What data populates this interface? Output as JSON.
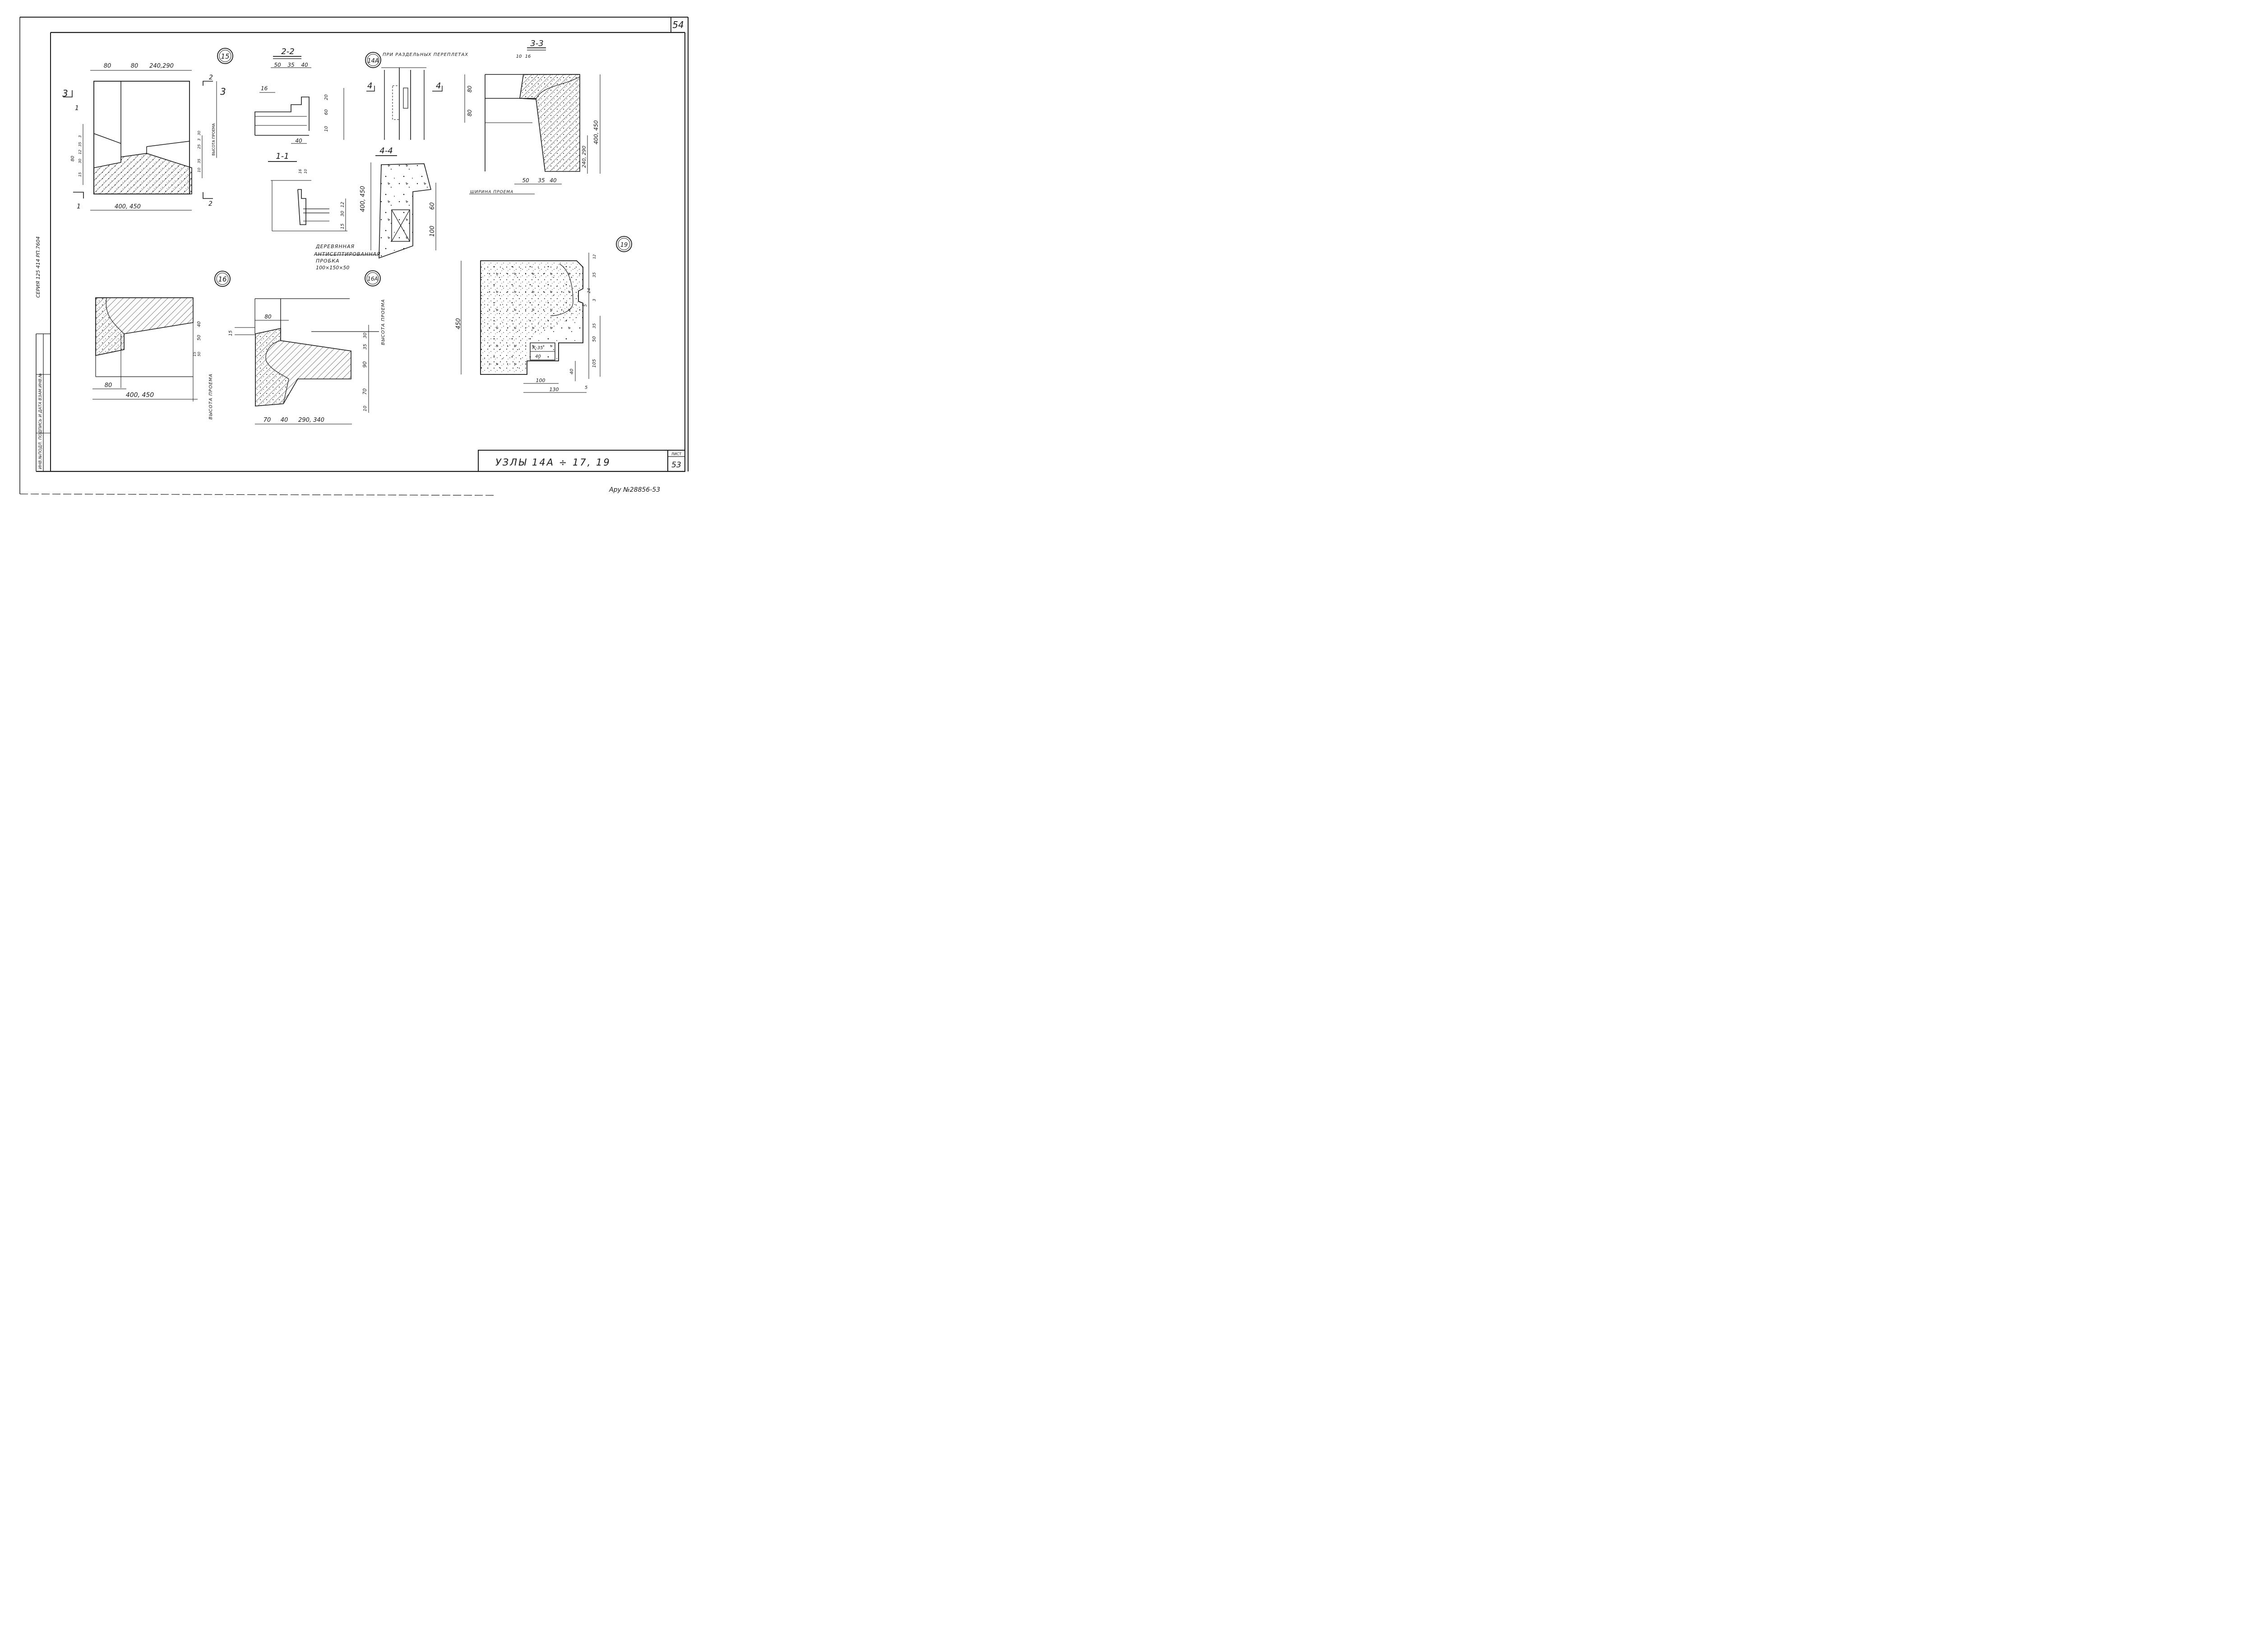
{
  "sheet": {
    "page_number": "54",
    "series": "СЕРИЯ 125  414 РП.7604",
    "side_stamp": "ИНВ.№ПОДЛ.  ПОДПИСЬ И ДАТА  ВЗАМ.ИНВ.№",
    "title": "УЗЛЫ  14А ÷ 17, 19",
    "list_label": "ЛИСТ",
    "list_number": "53",
    "archive_number": "Ару №28856-53"
  },
  "node15": {
    "badge": "15",
    "dims": [
      "80",
      "80",
      "240,290",
      "400, 450",
      "80",
      "30",
      "12",
      "35",
      "15",
      "3",
      "25",
      "35",
      "10",
      "3",
      "30"
    ],
    "section_marks": [
      "3",
      "1",
      "2",
      "3",
      "1",
      "2"
    ],
    "opening_height": "ВЫСОТА ПРОЕМА"
  },
  "sec22": {
    "title": "2-2",
    "dims": [
      "50",
      "35",
      "40",
      "16",
      "20",
      "60",
      "10",
      "40"
    ]
  },
  "sec11": {
    "title": "1-1",
    "dims": [
      "16",
      "10",
      "12",
      "30",
      "15"
    ]
  },
  "node14a": {
    "badge": "14А",
    "note": "ПРИ РАЗДЕЛЬНЫХ ПЕРЕПЛЕТАХ",
    "section_marks": [
      "4",
      "4"
    ]
  },
  "sec44": {
    "title": "4-4",
    "dims": [
      "400, 450",
      "60",
      "100"
    ],
    "note_lines": [
      "ДЕРЕВЯННАЯ",
      "АНТИСЕПТИРОВАННАЯ",
      "ПРОБКА",
      "100×150×50"
    ]
  },
  "sec33": {
    "title": "3-3",
    "dims": [
      "10",
      "16",
      "80",
      "80",
      "400, 450",
      "240, 290",
      "50",
      "35",
      "40"
    ],
    "opening_width": "ШИРИНА ПРОЕМА"
  },
  "node16": {
    "badge": "16",
    "dims": [
      "80",
      "400, 450",
      "40",
      "50",
      "15",
      "50"
    ],
    "opening_height": "ВЫСОТА ПРОЕМА"
  },
  "node16a": {
    "badge": "16А",
    "dims": [
      "80",
      "15",
      "30",
      "35",
      "90",
      "70",
      "10",
      "70",
      "40",
      "290, 340"
    ],
    "opening_height": "ВЫСОТА ПРОЕМА"
  },
  "node19": {
    "badge": "19",
    "dims": [
      "450",
      "12",
      "35",
      "24",
      "5",
      "3",
      "35",
      "50",
      "105",
      "40",
      "100",
      "130",
      "5"
    ],
    "labels": [
      "К-35",
      "40"
    ]
  }
}
